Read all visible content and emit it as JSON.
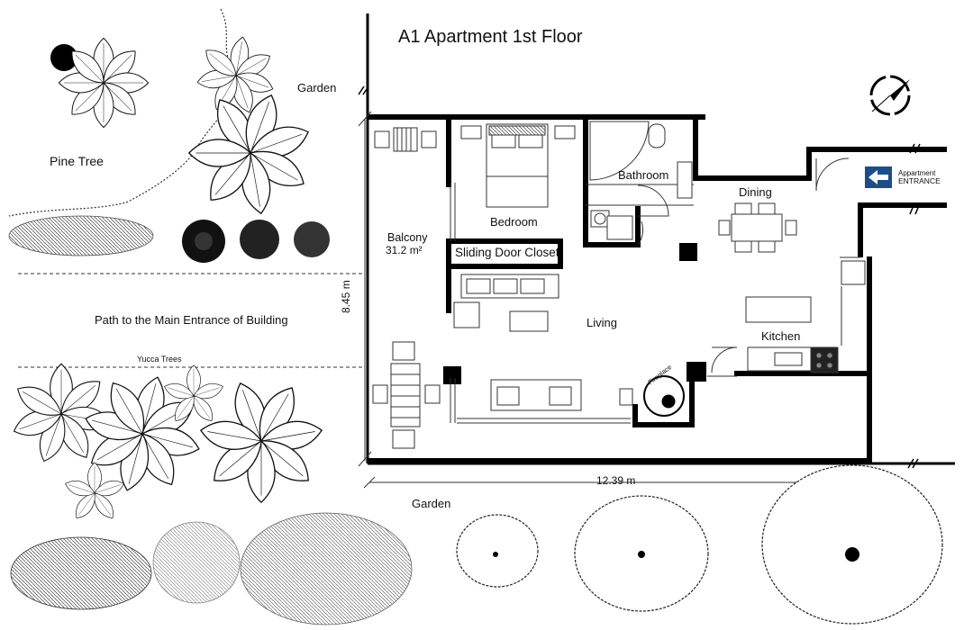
{
  "title": "A1 Apartment 1st Floor",
  "labels": {
    "garden_top": "Garden",
    "pine_tree": "Pine Tree",
    "path": "Path to the Main Entrance of Building",
    "yucca_trees": "Yucca Trees",
    "garden_bottom": "Garden"
  },
  "rooms": {
    "balcony": "Balcony",
    "balcony_area": "31.2 m²",
    "bedroom": "Bedroom",
    "bathroom": "Bathroom",
    "closet": "Sliding Door Closet",
    "dining": "Dining",
    "living": "Living",
    "kitchen": "Kitchen",
    "fireplace": "Fireplace"
  },
  "dimensions": {
    "width": "12.39 m",
    "depth": "8.45 m"
  },
  "entrance": {
    "line1": "Appartment",
    "line2": "ENTRANCE",
    "icon": "left-arrow-icon"
  },
  "icons": [
    "compass-icon",
    "sun-icon",
    "left-arrow-icon"
  ],
  "colors": {
    "wall": "#000000",
    "ink": "#111111",
    "background": "#ffffff"
  }
}
